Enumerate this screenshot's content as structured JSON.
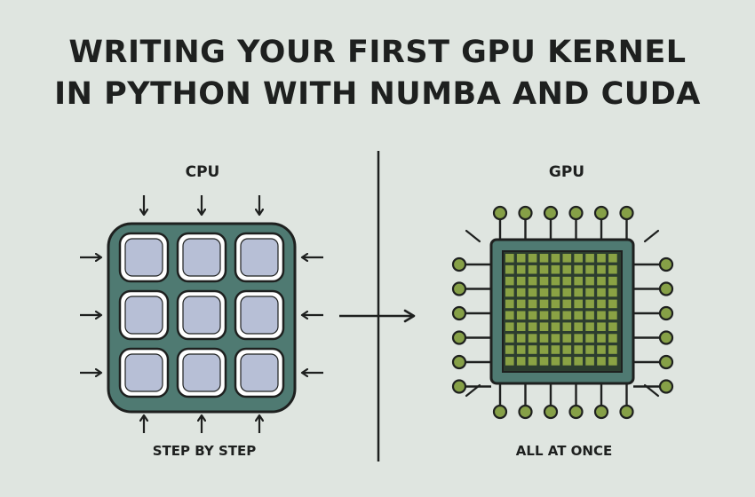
{
  "title": {
    "line1": "WRITING YOUR FIRST GPU KERNEL",
    "line2": "IN PYTHON WITH NUMBA AND CUDA"
  },
  "cpu": {
    "label": "CPU",
    "caption": "STEP BY STEP",
    "core_rows": 3,
    "core_cols": 3
  },
  "gpu": {
    "label": "GPU",
    "caption": "ALL AT ONCE",
    "core_rows": 10,
    "core_cols": 10,
    "pins_per_side": 6
  },
  "colors": {
    "background": "#dfe5e0",
    "chip_body": "#4f7a72",
    "cpu_core": "#b7bfd6",
    "gpu_core": "#8aa244",
    "gpu_grid_bg": "#2c3d2f",
    "pin_head": "#86a047",
    "ink": "#1e201f"
  }
}
